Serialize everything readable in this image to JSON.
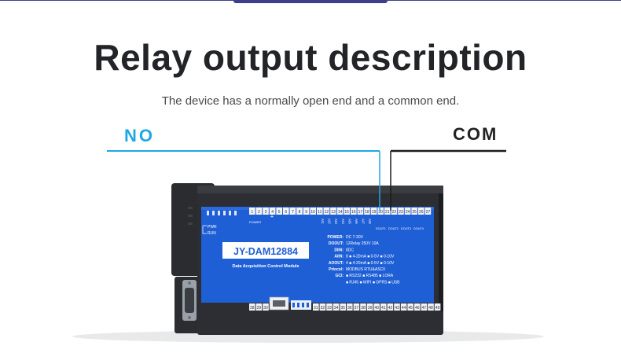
{
  "heading": {
    "title": "Relay output description",
    "subtitle": "The device has a normally open end and a common end."
  },
  "callouts": {
    "no_label": "NO",
    "com_label": "COM",
    "no_color": "#1da8e6",
    "com_color": "#222222"
  },
  "device": {
    "model": "JY-DAM12884",
    "module_name": "Data Acquisition Control Module",
    "led_labels": [
      "PWR",
      "RUN"
    ],
    "power_label": "POWER",
    "top_terminal_numbers": [
      "1",
      "2",
      "3",
      "4",
      "5",
      "6",
      "7",
      "8",
      "9",
      "10",
      "11",
      "12",
      "13",
      "14",
      "15",
      "16",
      "17",
      "18",
      "19",
      "20",
      "21",
      "22",
      "23",
      "24",
      "25",
      "26",
      "27"
    ],
    "bottom_terminal_numbers": [
      "28",
      "29",
      "30",
      "31",
      "32",
      "33",
      "34",
      "35",
      "36",
      "37",
      "38",
      "39",
      "40",
      "41",
      "42",
      "43",
      "44",
      "45",
      "46",
      "47",
      "48",
      "49"
    ],
    "ai_labels": [
      "AI1",
      "AI2",
      "AI3",
      "AI4",
      "AI5",
      "AI6",
      "AI7",
      "AI8"
    ],
    "relay_out_labels": [
      "DOUT1",
      "DOUT2",
      "DOUT3",
      "DOUT4"
    ],
    "specs": [
      {
        "key": "POWER:",
        "value": "DC 7-30V"
      },
      {
        "key": "DOOUT:",
        "value": "12Relay 250V 10A"
      },
      {
        "key": "DIIN:",
        "value": "8DC"
      },
      {
        "key": "AIIN:",
        "value": "8 ■ 4-20mA ■ 0-5V ■ 0-10V"
      },
      {
        "key": "AOOUT:",
        "value": "4 ■ 4-20mA ■ 0-5V ■ 0-10V"
      },
      {
        "key": "Prtocol:",
        "value": "MODBUS RTU&ASCII"
      },
      {
        "key": "GCI:",
        "value": "■ RS232 ■ RS485 ■ LORA"
      },
      {
        "key": "",
        "value": "■ RJ45 ■ WIFI ■ GPRS ■ USB"
      }
    ],
    "panel_color": "#1f5fd6"
  }
}
